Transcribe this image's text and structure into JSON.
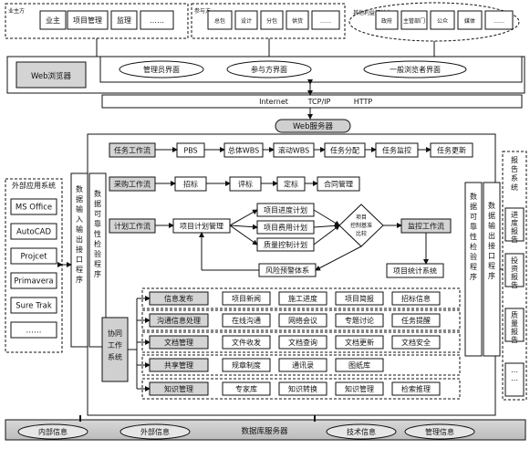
{
  "top": {
    "owner_side": "业主方",
    "owner_items": [
      "业主",
      "项目管理",
      "监理",
      "……"
    ],
    "participant_side": "参与方",
    "participant_items": [
      "总包",
      "设计",
      "分包",
      "供货",
      "……"
    ],
    "other_side": "其他利益相关方",
    "other_items": [
      "政府",
      "主管部门",
      "公众",
      "媒体",
      "……"
    ]
  },
  "browser": {
    "label": "Web浏览器",
    "interfaces": [
      "管理员界面",
      "参与方界面",
      "一般浏览者界面"
    ]
  },
  "protocols": [
    "Internet",
    "TCP/IP",
    "HTTP"
  ],
  "web_server": "Web服务器",
  "external_systems": {
    "title": "外部应用系统",
    "items": [
      "MS Office",
      "AutoCAD",
      "Projcet",
      "Primavera",
      "Sure Trak",
      "……"
    ]
  },
  "left_interface": "数据输入输出接口程序",
  "left_check": "数据可靠性检验程序",
  "right_check": "数据可靠性检验程序",
  "right_interface": "数据输出接口程序",
  "reports": {
    "title": "报告系统",
    "items": [
      "进度报告",
      "投资报告",
      "质量报告",
      "……"
    ]
  },
  "workflows": {
    "task": {
      "label": "任务工作流",
      "steps": [
        "PBS",
        "总体WBS",
        "滚动WBS",
        "任务分配",
        "任务监控",
        "任务更新"
      ]
    },
    "procurement": {
      "label": "采购工作流",
      "steps": [
        "招标",
        "评标",
        "定标",
        "合同管理"
      ]
    },
    "planning": {
      "label": "计划工作流",
      "manage": "项目计划管理",
      "plans": [
        "项目进度计划",
        "项目费用计划",
        "质量控制计划"
      ],
      "decision": "项目控制基准比较",
      "monitor": "监控工作流",
      "risk": "风险预警体系",
      "stats": "项目统计系统"
    }
  },
  "collab": {
    "label": "协同工作系统",
    "rows": [
      {
        "head": "信息发布",
        "items": [
          "项目新闻",
          "施工进度",
          "项目简报",
          "招标信息"
        ]
      },
      {
        "head": "沟通信息处理",
        "items": [
          "在线沟通",
          "网络会议",
          "专题讨论",
          "任务提醒"
        ]
      },
      {
        "head": "文档管理",
        "items": [
          "文件收发",
          "文档查询",
          "文档更新",
          "文档安全"
        ]
      },
      {
        "head": "共享管理",
        "items": [
          "规章制度",
          "通讯录",
          "图纸库"
        ]
      },
      {
        "head": "知识管理",
        "items": [
          "专家库",
          "知识转换",
          "知识管理",
          "检索推理"
        ]
      }
    ]
  },
  "database": {
    "label": "数据库服务器",
    "items": [
      "内部信息",
      "外部信息",
      "技术信息",
      "管理信息"
    ]
  }
}
